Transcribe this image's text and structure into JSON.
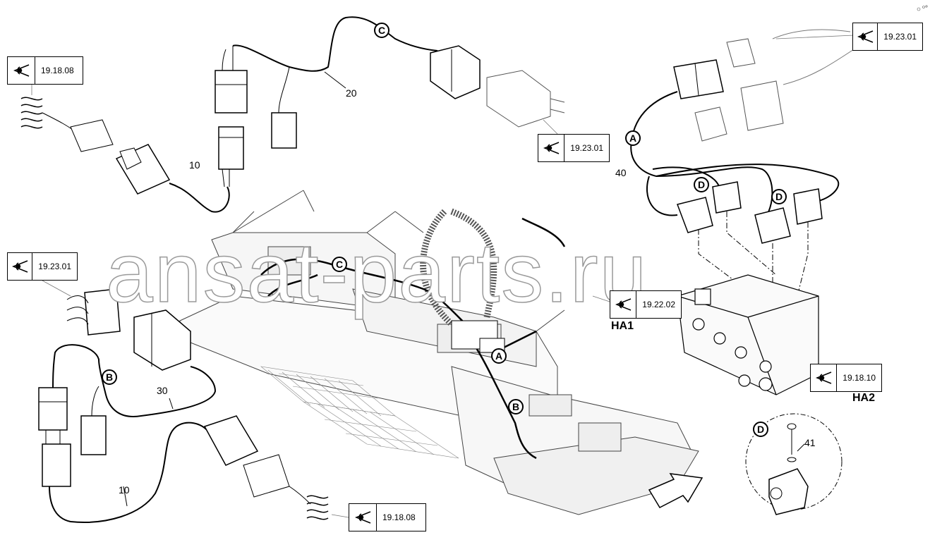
{
  "watermark": "ansat-parts.ru",
  "refs": {
    "r1": "19.18.08",
    "r2": "19.23.01",
    "r3": "19.23.01",
    "r4": "19.23.01",
    "r5": "19.22.02",
    "r6": "19.18.10",
    "r7": "19.18.08"
  },
  "callouts": {
    "c_top": "C",
    "c_mid": "C",
    "a_right": "A",
    "a_mid": "A",
    "b_left": "B",
    "b_mid": "B",
    "d1": "D",
    "d2": "D",
    "d3": "D"
  },
  "part_labels": {
    "p10a": "10",
    "p20": "20",
    "p40": "40",
    "p30": "30",
    "p10b": "10",
    "p41": "41"
  },
  "group_labels": {
    "ha1": "HA1",
    "ha2": "HA2"
  }
}
